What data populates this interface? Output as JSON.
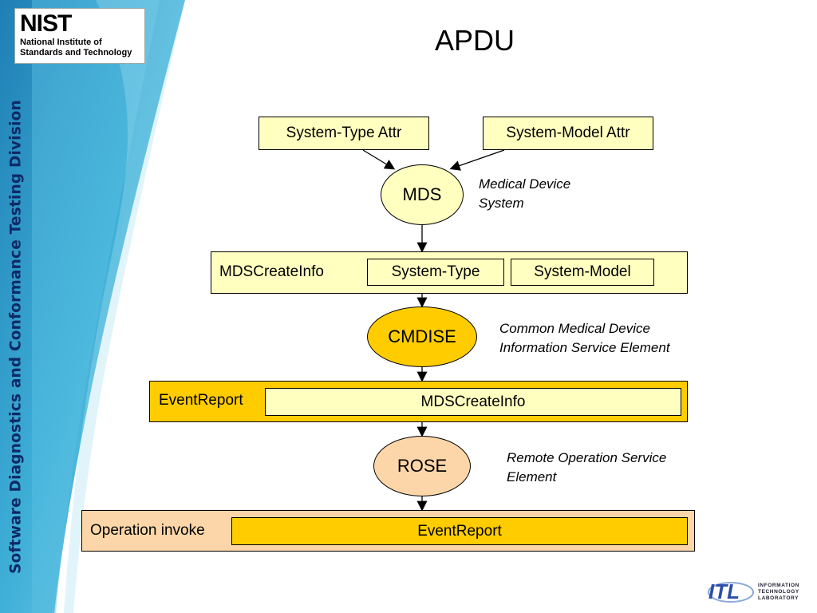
{
  "side_text": "Software Diagnostics and Conformance Testing Division",
  "logo": {
    "mark": "NIST",
    "line1": "National Institute of",
    "line2": "Standards and Technology"
  },
  "title": "APDU",
  "nodes": {
    "system_type_attr": "System-Type Attr",
    "system_model_attr": "System-Model Attr",
    "mds": "MDS",
    "mds_note_line1": "Medical Device",
    "mds_note_line2": "System",
    "mdscreateinfo_label": "MDSCreateInfo",
    "system_type": "System-Type",
    "system_model": "System-Model",
    "cmdise": "CMDISE",
    "cmdise_note_line1": "Common Medical Device",
    "cmdise_note_line2": "Information Service Element",
    "eventreport_label": "EventReport",
    "eventreport_inner": "MDSCreateInfo",
    "rose": "ROSE",
    "rose_note_line1": "Remote Operation Service",
    "rose_note_line2": "Element",
    "operation_label": "Operation invoke",
    "operation_inner": "EventReport"
  },
  "footer_logo": {
    "mark": "ITL",
    "line1": "INFORMATION",
    "line2": "TECHNOLOGY",
    "line3": "LABORATORY"
  },
  "colors": {
    "light_yellow": "#ffffc0",
    "gold": "#ffcc00",
    "peach": "#fcd6a8",
    "band_blue": "#3aa0cc"
  }
}
